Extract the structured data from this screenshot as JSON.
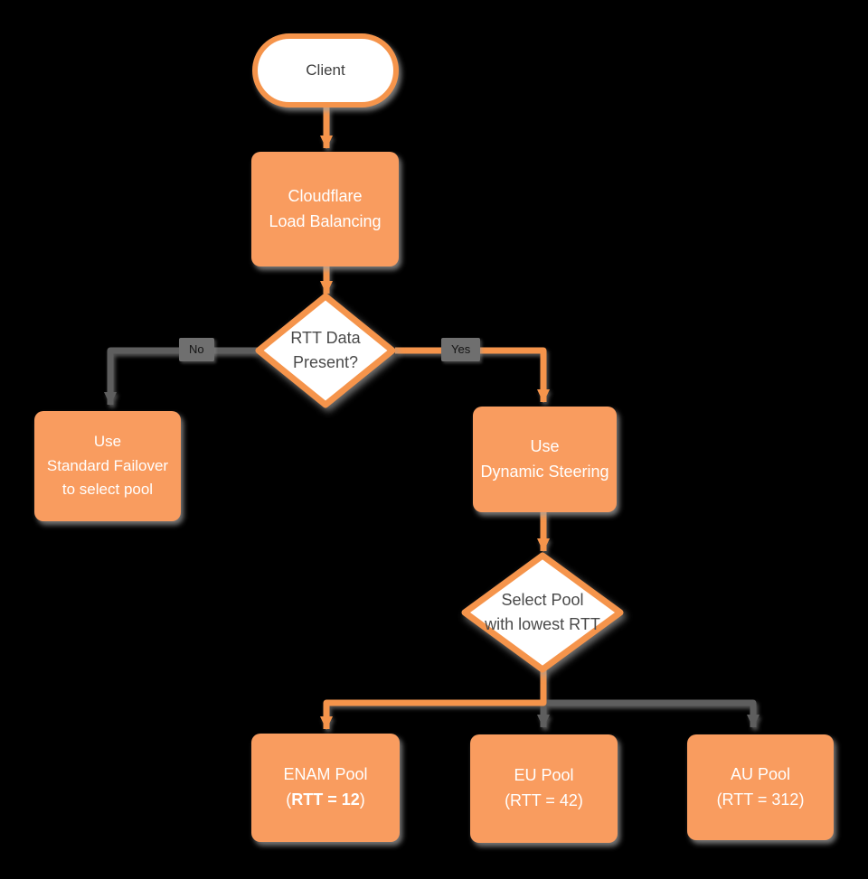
{
  "diagram": {
    "background_color": "#000000",
    "colors": {
      "node_fill_orange": "#F99C5F",
      "shape_stroke_orange": "#F5944B",
      "connector_gray": "#5E5E5E",
      "edge_label_badge": "#6F6F6F",
      "text_on_orange": "#FFFFFF",
      "text_dark": "#4A4A4A"
    },
    "nodes": {
      "client": {
        "label": "Client"
      },
      "load_balancing": {
        "label": "Cloudflare\nLoad Balancing"
      },
      "rtt_present": {
        "label": "RTT Data\nPresent?"
      },
      "standard_failover": {
        "label": "Use\nStandard Failover\nto select pool"
      },
      "dynamic_steering": {
        "label": "Use\nDynamic Steering"
      },
      "select_pool": {
        "label": "Select Pool\nwith lowest RTT"
      },
      "enam_pool": {
        "title": "ENAM Pool",
        "rtt_open": "(",
        "rtt_value": "RTT = 12",
        "rtt_close": ")"
      },
      "eu_pool": {
        "title": "EU Pool",
        "subtitle": "(RTT = 42)"
      },
      "au_pool": {
        "title": "AU Pool",
        "subtitle": "(RTT = 312)"
      }
    },
    "edge_labels": {
      "no": "No",
      "yes": "Yes"
    }
  }
}
